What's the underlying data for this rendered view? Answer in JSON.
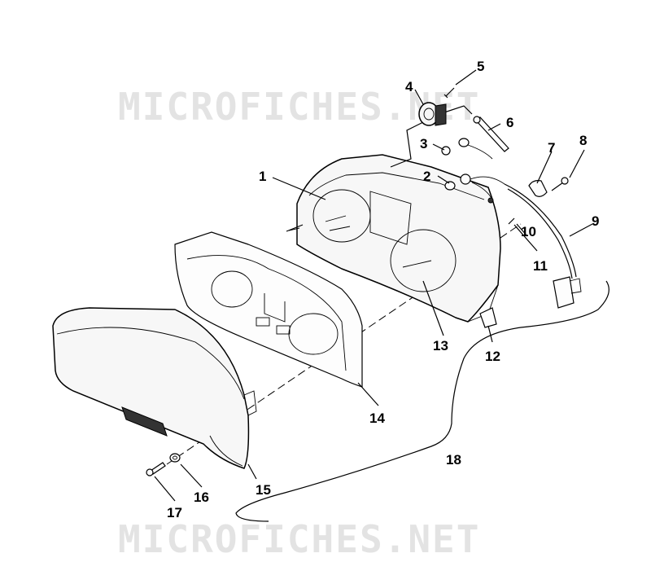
{
  "watermarks": {
    "top": "MICROFICHES.NET",
    "bottom": "MICROFICHES.NET"
  },
  "callouts": [
    {
      "id": "1",
      "label": "1"
    },
    {
      "id": "2",
      "label": "2"
    },
    {
      "id": "3",
      "label": "3"
    },
    {
      "id": "4",
      "label": "4"
    },
    {
      "id": "5",
      "label": "5"
    },
    {
      "id": "6",
      "label": "6"
    },
    {
      "id": "7",
      "label": "7"
    },
    {
      "id": "8",
      "label": "8"
    },
    {
      "id": "9",
      "label": "9"
    },
    {
      "id": "10",
      "label": "10"
    },
    {
      "id": "11",
      "label": "11"
    },
    {
      "id": "12",
      "label": "12"
    },
    {
      "id": "13",
      "label": "13"
    },
    {
      "id": "14",
      "label": "14"
    },
    {
      "id": "15",
      "label": "15"
    },
    {
      "id": "16",
      "label": "16"
    },
    {
      "id": "17",
      "label": "17"
    },
    {
      "id": "18",
      "label": "18"
    }
  ],
  "colors": {
    "ink": "#000000",
    "watermark": "#e3e3e3",
    "background": "#ffffff"
  }
}
